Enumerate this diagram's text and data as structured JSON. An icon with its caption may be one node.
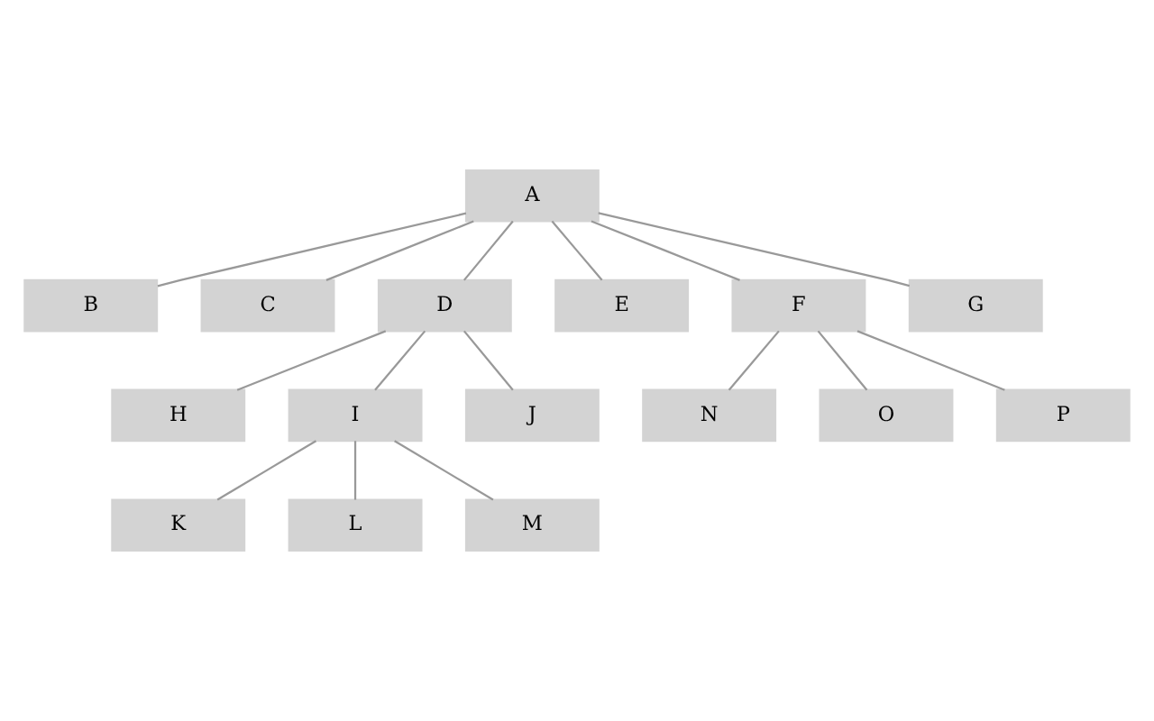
{
  "diagram": {
    "nodes": [
      {
        "text": [
          "A"
        ]
      },
      {
        "text": [
          "B"
        ]
      },
      {
        "text": [
          "C"
        ]
      },
      {
        "text": [
          "D"
        ]
      },
      {
        "text": [
          "E"
        ]
      },
      {
        "text": [
          "F"
        ]
      },
      {
        "text": [
          "G"
        ]
      },
      {
        "text": [
          "H"
        ]
      },
      {
        "text": [
          "I"
        ]
      },
      {
        "text": [
          "J"
        ]
      },
      {
        "text": [
          "K"
        ]
      },
      {
        "text": [
          "L"
        ]
      },
      {
        "text": [
          "M"
        ]
      },
      {
        "text": [
          "N"
        ]
      },
      {
        "text": [
          "O"
        ]
      },
      {
        "text": [
          "P"
        ]
      }
    ],
    "edges": [
      {
        "from": 0,
        "to": 1,
        "arrow": "none"
      },
      {
        "from": 0,
        "to": 2,
        "arrow": "none"
      },
      {
        "from": 0,
        "to": 3,
        "arrow": "none"
      },
      {
        "from": 0,
        "to": 4,
        "arrow": "none"
      },
      {
        "from": 0,
        "to": 5,
        "arrow": "none"
      },
      {
        "from": 0,
        "to": 6,
        "arrow": "none"
      },
      {
        "from": 3,
        "to": 7,
        "arrow": "none"
      },
      {
        "from": 3,
        "to": 8,
        "arrow": "none"
      },
      {
        "from": 3,
        "to": 9,
        "arrow": "none"
      },
      {
        "from": 8,
        "to": 10,
        "arrow": "none"
      },
      {
        "from": 8,
        "to": 11,
        "arrow": "none"
      },
      {
        "from": 8,
        "to": 12,
        "arrow": "none"
      },
      {
        "from": 5,
        "to": 13,
        "arrow": "none"
      },
      {
        "from": 5,
        "to": 14,
        "arrow": "none"
      },
      {
        "from": 5,
        "to": 15,
        "arrow": "none"
      }
    ]
  }
}
